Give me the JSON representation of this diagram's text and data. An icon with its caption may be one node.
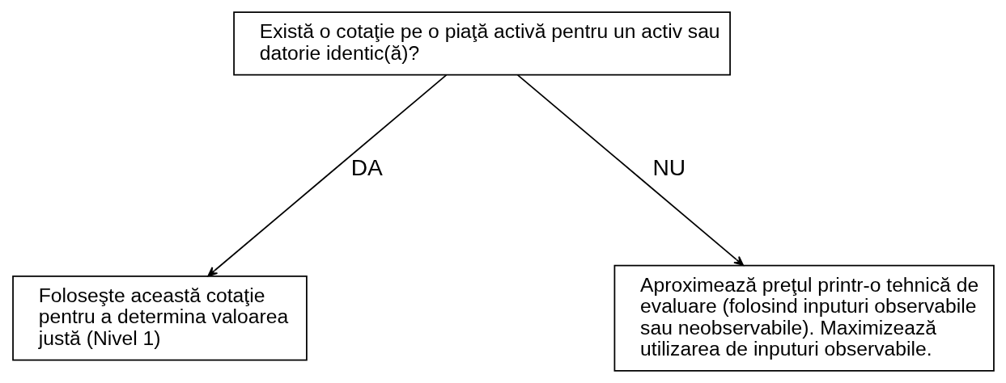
{
  "diagram": {
    "nodes": [
      {
        "text": [
          "Există o cotaţie pe o piaţă activă pentru un activ sau datorie identic(ă)?"
        ]
      },
      {
        "text": [
          "Foloseşte această cotaţie pentru a determina valoarea justă (Nivel 1)"
        ]
      },
      {
        "text": [
          "Aproximează preţul printr-o tehnică de evaluare (folosind inputuri observabile sau neobservabile). Maximizează utilizarea de inputuri observabile."
        ]
      }
    ],
    "edges": [
      {
        "from": 0,
        "to": 1,
        "arrow": "to",
        "label": "DA"
      },
      {
        "from": 0,
        "to": 2,
        "arrow": "to",
        "label": "NU"
      }
    ]
  }
}
